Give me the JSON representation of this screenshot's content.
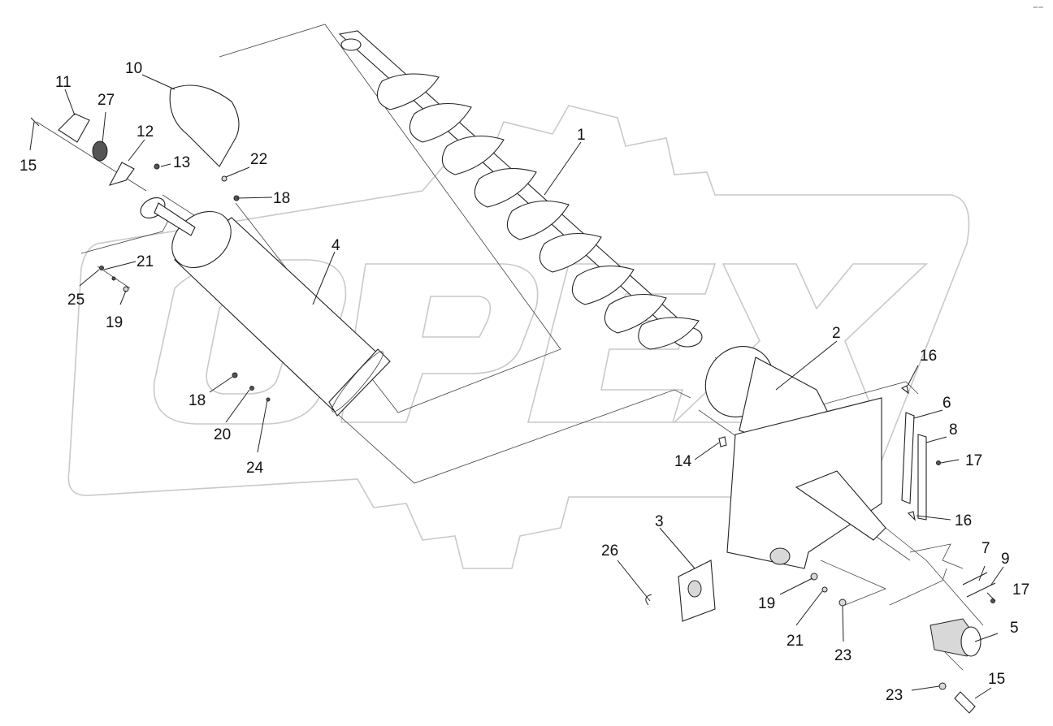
{
  "corner_mark": "ᵉᵐ ᵒᵒᵒ",
  "watermark": "OPEX",
  "callouts": [
    {
      "id": "c1",
      "text": "1"
    },
    {
      "id": "c2",
      "text": "2"
    },
    {
      "id": "c3",
      "text": "3"
    },
    {
      "id": "c4",
      "text": "4"
    },
    {
      "id": "c5",
      "text": "5"
    },
    {
      "id": "c6",
      "text": "6"
    },
    {
      "id": "c7",
      "text": "7"
    },
    {
      "id": "c8",
      "text": "8"
    },
    {
      "id": "c9",
      "text": "9"
    },
    {
      "id": "c10",
      "text": "10"
    },
    {
      "id": "c11",
      "text": "11"
    },
    {
      "id": "c12",
      "text": "12"
    },
    {
      "id": "c13",
      "text": "13"
    },
    {
      "id": "c14",
      "text": "14"
    },
    {
      "id": "c15a",
      "text": "15"
    },
    {
      "id": "c15b",
      "text": "15"
    },
    {
      "id": "c16a",
      "text": "16"
    },
    {
      "id": "c16b",
      "text": "16"
    },
    {
      "id": "c17a",
      "text": "17"
    },
    {
      "id": "c17b",
      "text": "17"
    },
    {
      "id": "c18a",
      "text": "18"
    },
    {
      "id": "c18b",
      "text": "18"
    },
    {
      "id": "c19a",
      "text": "19"
    },
    {
      "id": "c19b",
      "text": "19"
    },
    {
      "id": "c20",
      "text": "20"
    },
    {
      "id": "c21a",
      "text": "21"
    },
    {
      "id": "c21b",
      "text": "21"
    },
    {
      "id": "c22",
      "text": "22"
    },
    {
      "id": "c23a",
      "text": "23"
    },
    {
      "id": "c23b",
      "text": "23"
    },
    {
      "id": "c24",
      "text": "24"
    },
    {
      "id": "c25",
      "text": "25"
    },
    {
      "id": "c26",
      "text": "26"
    },
    {
      "id": "c27",
      "text": "27"
    }
  ]
}
